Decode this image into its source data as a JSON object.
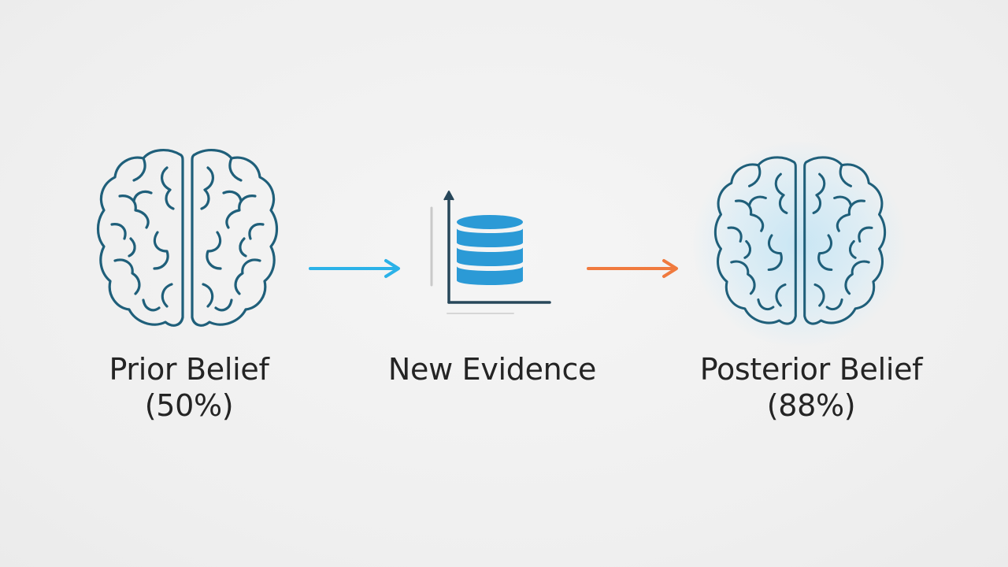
{
  "stages": [
    {
      "title": "Prior Belief",
      "value": "(50%)",
      "icon": "brain-icon"
    },
    {
      "title": "New Evidence",
      "value": "",
      "icon": "database-chart-icon"
    },
    {
      "title": "Posterior Belief",
      "value": "(88%)",
      "icon": "glowing-brain-icon"
    }
  ],
  "arrows": [
    {
      "color": "#2bb2e8"
    },
    {
      "color": "#f07a3e"
    }
  ],
  "colors": {
    "brain_stroke": "#1f5f7a",
    "database_fill": "#2b9ad6",
    "axis": "#27475a",
    "glow": "#a7dcf5",
    "text": "#242424"
  }
}
